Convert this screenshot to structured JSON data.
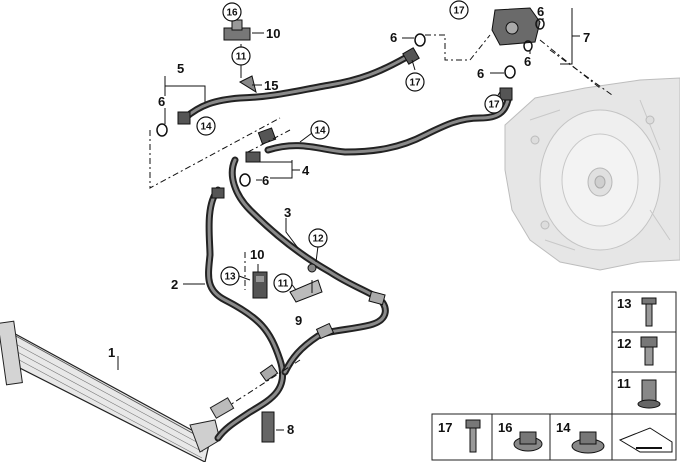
{
  "callouts": {
    "c1": "1",
    "c2": "2",
    "c3": "3",
    "c4": "4",
    "c5": "5",
    "c6a": "6",
    "c6b": "6",
    "c6c": "6",
    "c6d": "6",
    "c6e": "6",
    "c6f": "6",
    "c7": "7",
    "c8": "8",
    "c9": "9",
    "c10a": "10",
    "c10b": "10",
    "c15": "15"
  },
  "circled": {
    "k16": "16",
    "k11a": "11",
    "k17a": "17",
    "k17b": "17",
    "k17c": "17",
    "k14a": "14",
    "k14b": "14",
    "k12": "12",
    "k13": "13",
    "k11b": "11"
  },
  "legend": {
    "l13": "13",
    "l12": "12",
    "l11": "11",
    "l17": "17",
    "l16": "16",
    "l14": "14"
  }
}
